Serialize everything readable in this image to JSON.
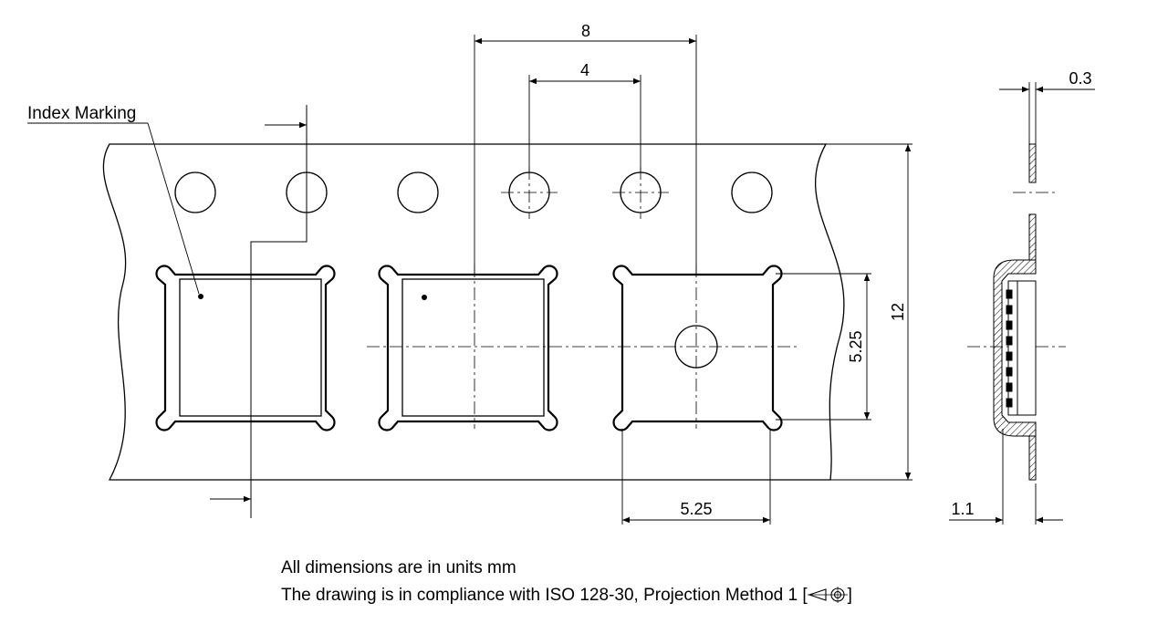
{
  "labels": {
    "index_marking": "Index Marking"
  },
  "dimensions": {
    "pitch": "8",
    "sprocket_pitch": "4",
    "pocket_height": "5.25",
    "pocket_width": "5.25",
    "tape_width": "12",
    "tape_thickness": "0.3",
    "pocket_depth": "1.1"
  },
  "notes": {
    "units": "All dimensions are in units mm",
    "compliance_prefix": "The drawing is in compliance with ISO 128-30, Projection Method 1 [",
    "compliance_suffix": "]"
  }
}
